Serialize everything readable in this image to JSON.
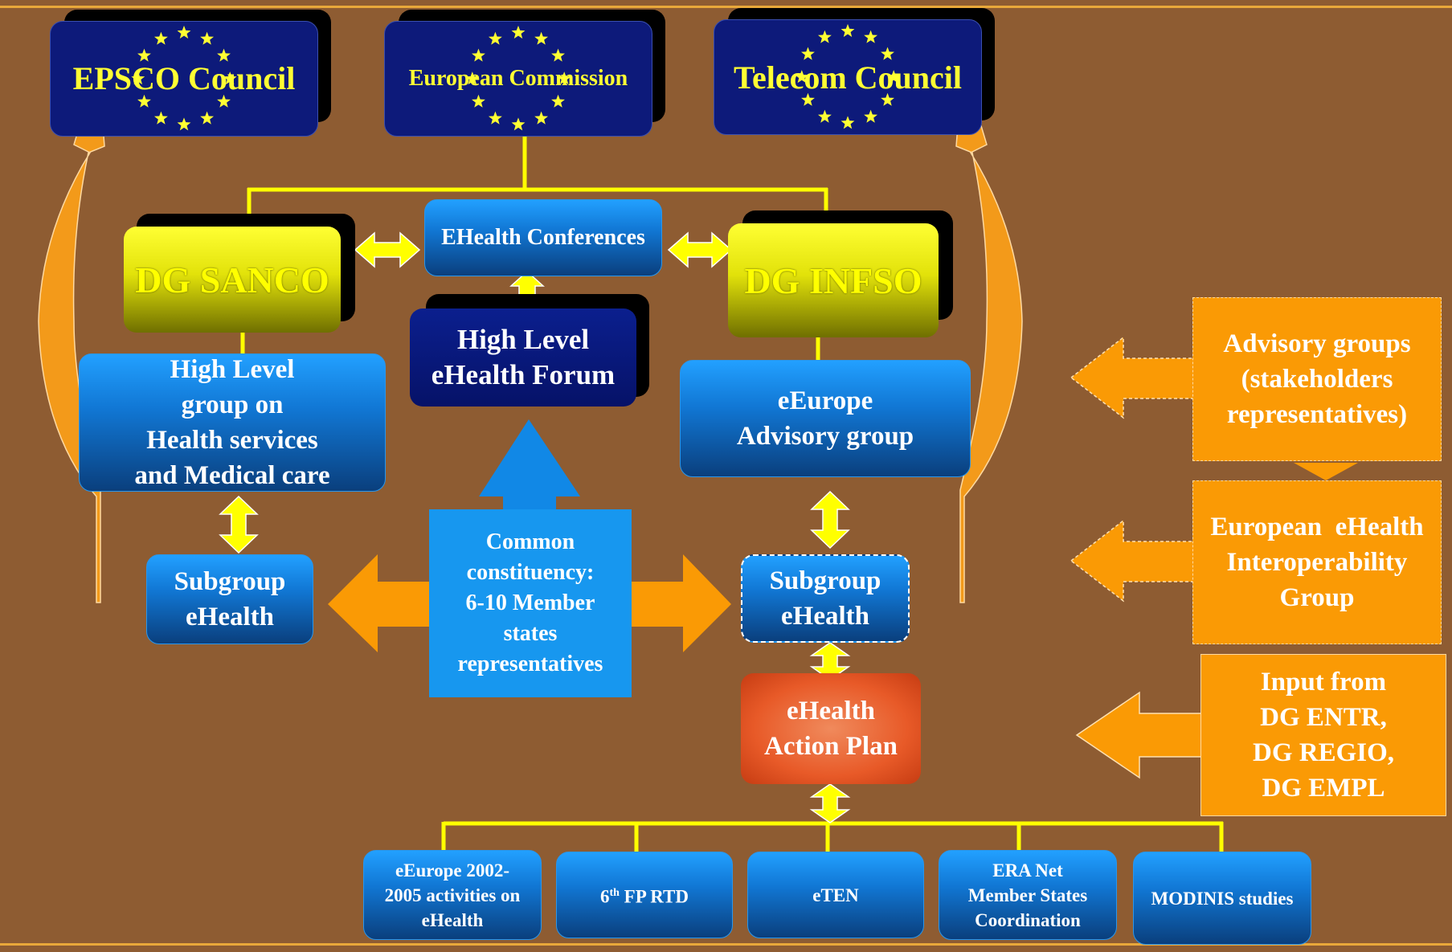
{
  "councils": {
    "epsco": "EPSCO Council",
    "commission": "European Commission",
    "telecom": "Telecom Council"
  },
  "dg": {
    "sanco": "DG SANCO",
    "infso": "DG INFSO"
  },
  "conferences": "EHealth Conferences",
  "forum": [
    "High Level",
    "eHealth Forum"
  ],
  "hlg": [
    "High Level",
    "group on",
    "Health services",
    "and Medical care"
  ],
  "eeurope_advisory": [
    "eEurope",
    "Advisory group"
  ],
  "subgroup_left": [
    "Subgroup",
    "eHealth"
  ],
  "subgroup_right": [
    "Subgroup",
    "eHealth"
  ],
  "constituency": [
    "Common",
    "constituency:",
    "6-10 Member",
    "states",
    "representatives"
  ],
  "action_plan": [
    "eHealth",
    "Action Plan"
  ],
  "advisory_groups": [
    "Advisory groups",
    "(stakeholders",
    "representatives)"
  ],
  "interop": [
    "European  eHealth",
    "Interoperability",
    "Group"
  ],
  "input_from": [
    "Input from",
    "DG ENTR,",
    "DG REGIO,",
    "DG EMPL"
  ],
  "bottom": {
    "eeurope_activities": [
      "eEurope 2002-",
      "2005 activities on",
      "eHealth"
    ],
    "fp_rtd_pre": "6",
    "fp_rtd_sup": "th",
    "fp_rtd_post": " FP RTD",
    "eten": "eTEN",
    "era_net": [
      "ERA Net",
      "Member States",
      "Coordination"
    ],
    "modinis": "MODINIS studies"
  },
  "colors": {
    "background": "#8e5c32",
    "connector": "#ffff00",
    "orange_arrow": "#fa9a05",
    "blue_box": "#1177d4",
    "navy_box": "#0d1a7a",
    "dg_yellow": "#ffff00",
    "action_plan": "#e85a28"
  }
}
